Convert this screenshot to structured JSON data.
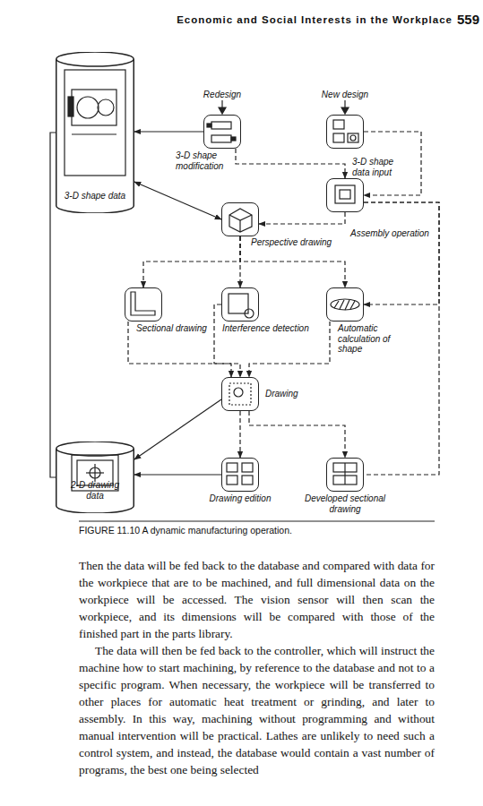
{
  "diagram": {
    "caption": "FIGURE 11.10 A dynamic manufacturing operation.",
    "nodes": [
      {
        "text": [
          "3-D shape data"
        ]
      },
      {
        "text": [
          "Redesign",
          "3-D shape modification"
        ]
      },
      {
        "text": [
          "New design"
        ]
      },
      {
        "text": [
          "3-D shape data input"
        ]
      },
      {
        "text": [
          "Perspective drawing"
        ]
      },
      {
        "text": [
          "Sectional drawing"
        ]
      },
      {
        "text": [
          "Interference detection"
        ]
      },
      {
        "text": [
          "Automatic calculation of shape"
        ]
      },
      {
        "text": [
          "Drawing"
        ]
      },
      {
        "text": [
          "2-D drawing data"
        ]
      },
      {
        "text": [
          "Drawing edition"
        ]
      },
      {
        "text": [
          "Developed sectional drawing"
        ]
      }
    ],
    "edges": [
      {
        "from": 1,
        "to": 0,
        "arrow": "to"
      },
      {
        "from": 0,
        "to": 4,
        "arrow": "both"
      },
      {
        "from": 1,
        "to": 3,
        "arrow": "to"
      },
      {
        "from": 2,
        "to": 3,
        "arrow": "to"
      },
      {
        "from": 3,
        "to": 4,
        "label": "Assembly operation",
        "arrow": "to"
      },
      {
        "from": 3,
        "to": 7,
        "arrow": "to"
      },
      {
        "from": 3,
        "to": 11,
        "arrow": "none"
      },
      {
        "from": 4,
        "to": 5,
        "arrow": "to"
      },
      {
        "from": 4,
        "to": 6,
        "arrow": "to"
      },
      {
        "from": 4,
        "to": 7,
        "arrow": "to"
      },
      {
        "from": 5,
        "to": 8,
        "arrow": "to"
      },
      {
        "from": 6,
        "to": 8,
        "arrow": "to"
      },
      {
        "from": 7,
        "to": 8,
        "arrow": "to"
      },
      {
        "from": 8,
        "to": 9,
        "arrow": "to"
      },
      {
        "from": 8,
        "to": 10,
        "arrow": "to"
      },
      {
        "from": 8,
        "to": 11,
        "arrow": "to"
      },
      {
        "from": 10,
        "to": 9,
        "arrow": "to"
      },
      {
        "from": 0,
        "to": 9,
        "arrow": "none"
      }
    ],
    "labels": [
      "Economic and Social Interests in the Workplace",
      "559",
      "Then the data will be fed back to the database and compared with data for the workpiece that are to be machined, and full dimensional data on the workpiece will be accessed. The vision sensor will then scan the workpiece, and its dimensions will be compared with those of the finished part in the parts library.",
      "The data will then be fed back to the controller, which will instruct the machine how to start machining, by reference to the database and not to a specific program. When necessary, the workpiece will be transferred to other places for automatic heat treatment or grinding, and later to assembly. In this way, machining without programming and without manual intervention will be practical. Lathes are unlikely to need such a control system, and instead, the database would contain a vast number of programs, the best one being selected"
    ]
  }
}
